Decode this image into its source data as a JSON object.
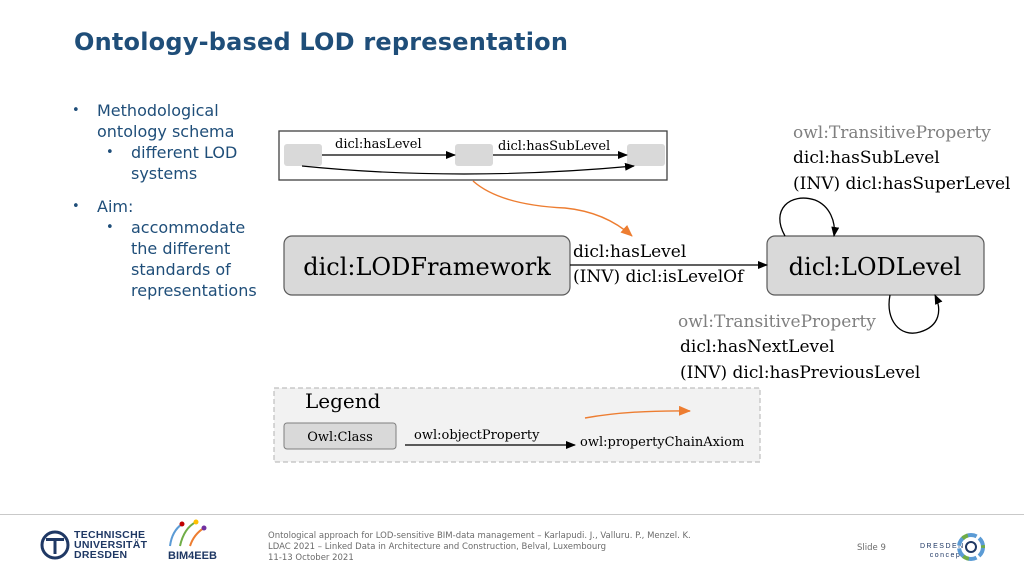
{
  "slide": {
    "title": "Ontology-based LOD representation",
    "bullets": [
      {
        "text": "Methodological ontology schema",
        "sub": [
          "different LOD systems"
        ]
      },
      {
        "text": "Aim:",
        "sub": [
          "accommodate the different standards of representations"
        ]
      }
    ]
  },
  "diagram": {
    "top_box": {
      "label1": "dicl:hasLevel",
      "label2": "dicl:hasSubLevel"
    },
    "class_framework": "dicl:LODFramework",
    "class_level": "dicl:LODLevel",
    "edge_label1": "dicl:hasLevel",
    "edge_label2": "(INV) dicl:isLevelOf",
    "self_loop_top": {
      "l1": "owl:TransitiveProperty",
      "l2": "dicl:hasSubLevel",
      "l3": "(INV) dicl:hasSuperLevel"
    },
    "self_loop_bottom": {
      "l1": "owl:TransitiveProperty",
      "l2": "dicl:hasNextLevel",
      "l3": "(INV) dicl:hasPreviousLevel"
    },
    "legend": {
      "title": "Legend",
      "class": "Owl:Class",
      "object_property": "owl:objectProperty",
      "chain_axiom": "owl:propertyChainAxiom"
    },
    "colors": {
      "box_fill": "#d9d9d9",
      "orange": "#ed7d31",
      "gray_text": "#7f7f7f"
    }
  },
  "footer": {
    "line1": "Ontological approach for LOD-sensitive BIM-data management – Karlapudi. J., Valluru. P., Menzel. K.",
    "line2": "LDAC 2021 – Linked Data in Architecture and Construction, Belval, Luxembourg",
    "line3": "11-13 October 2021",
    "slide": "Slide 9",
    "tud_l1": "TECHNISCHE",
    "tud_l2": "UNIVERSITÄT",
    "tud_l3": "DRESDEN",
    "bim": "BIM4EEB",
    "dc_l1": "DRESDEN",
    "dc_l2": "concept"
  }
}
